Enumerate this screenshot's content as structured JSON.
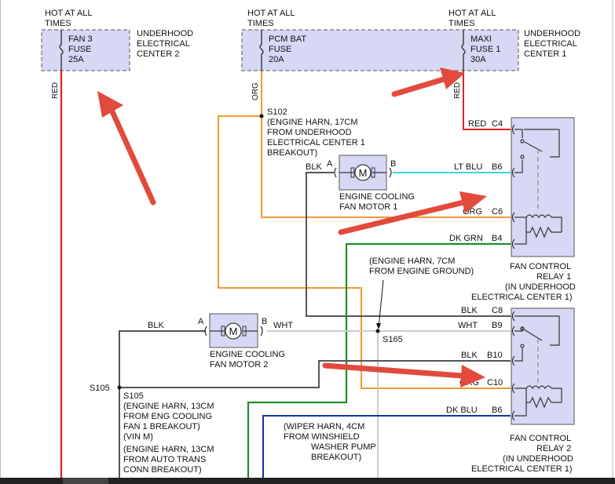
{
  "colors": {
    "box_fill": "#d7d8f5",
    "box_stroke": "#555555",
    "red": "#e02020",
    "orange": "#f39a35",
    "cyan": "#33d7e8",
    "green": "#1f8f2a",
    "blue": "#1233a8",
    "black": "#555555",
    "white": "#cccccc",
    "arrow": "#e24a3c"
  },
  "fuses": {
    "fan3": {
      "hot_1": "HOT AT ALL",
      "hot_2": "TIMES",
      "line1": "FAN 3",
      "line2": "FUSE",
      "line3": "25A"
    },
    "pcm": {
      "hot_1": "HOT AT ALL",
      "hot_2": "TIMES",
      "line1": "PCM BAT",
      "line2": "FUSE",
      "line3": "20A"
    },
    "maxi": {
      "hot_1": "HOT AT ALL",
      "hot_2": "TIMES",
      "line1": "MAXI",
      "line2": "FUSE 1",
      "line3": "30A"
    }
  },
  "centers": {
    "uec2": [
      "UNDERHOOD",
      "ELECTRICAL",
      "CENTER 2"
    ],
    "uec1": [
      "UNDERHOOD",
      "ELECTRICAL",
      "CENTER 1"
    ]
  },
  "wires": {
    "red_left": "RED",
    "org_top": "ORG",
    "red_right": "RED",
    "red_c4": "RED",
    "blk_a1": "BLK",
    "lt_blu": "LT BLU",
    "org_c6": "ORG",
    "dk_grn": "DK GRN",
    "blk_c8": "BLK",
    "wht_b9": "WHT",
    "blk_b10": "BLK",
    "org_c10": "ORG",
    "dk_blu": "DK BLU",
    "blk_m2": "BLK",
    "wht_m2": "WHT"
  },
  "pins": {
    "c4": "C4",
    "b6": "B6",
    "c6": "C6",
    "b4": "B4",
    "c8": "C8",
    "b9": "B9",
    "b10": "B10",
    "c10": "C10",
    "b6b": "B6",
    "a": "A",
    "b": "B",
    "a2": "A",
    "b2": "B"
  },
  "splices": {
    "s102": [
      "S102",
      "(ENGINE HARN, 17CM",
      "FROM UNDERHOOD",
      "ELECTRICAL CENTER 1",
      "BREAKOUT)"
    ],
    "s165": "S165",
    "s105_left": "S105",
    "s105": [
      "S105",
      "(ENGINE HARN, 13CM",
      "FROM ENG COOLING",
      "FAN 1 BREAKOUT)",
      "(VIN M)",
      "(ENGINE HARN, 13CM",
      "FROM AUTO TRANS",
      "CONN BREAKOUT)"
    ],
    "ground_note": [
      "(ENGINE HARN, 7CM",
      "FROM ENGINE GROUND)"
    ],
    "wiper_note": [
      "(WIPER HARN, 4CM",
      "FROM WINSHIELD",
      "WASHER PUMP",
      "BREAKOUT)"
    ]
  },
  "motors": {
    "m1": {
      "symbol": "M",
      "label": [
        "ENGINE COOLING",
        "FAN MOTOR 1"
      ]
    },
    "m2": {
      "symbol": "M",
      "label": [
        "ENGINE COOLING",
        "FAN MOTOR 2"
      ]
    }
  },
  "relays": {
    "r1": [
      "FAN CONTROL",
      "RELAY 1",
      "(IN UNDERHOOD",
      "ELECTRICAL CENTER 1)"
    ],
    "r2": [
      "FAN CONTROL",
      "RELAY 2",
      "(IN UNDERHOOD",
      "ELECTRICAL CENTER 1)"
    ]
  }
}
